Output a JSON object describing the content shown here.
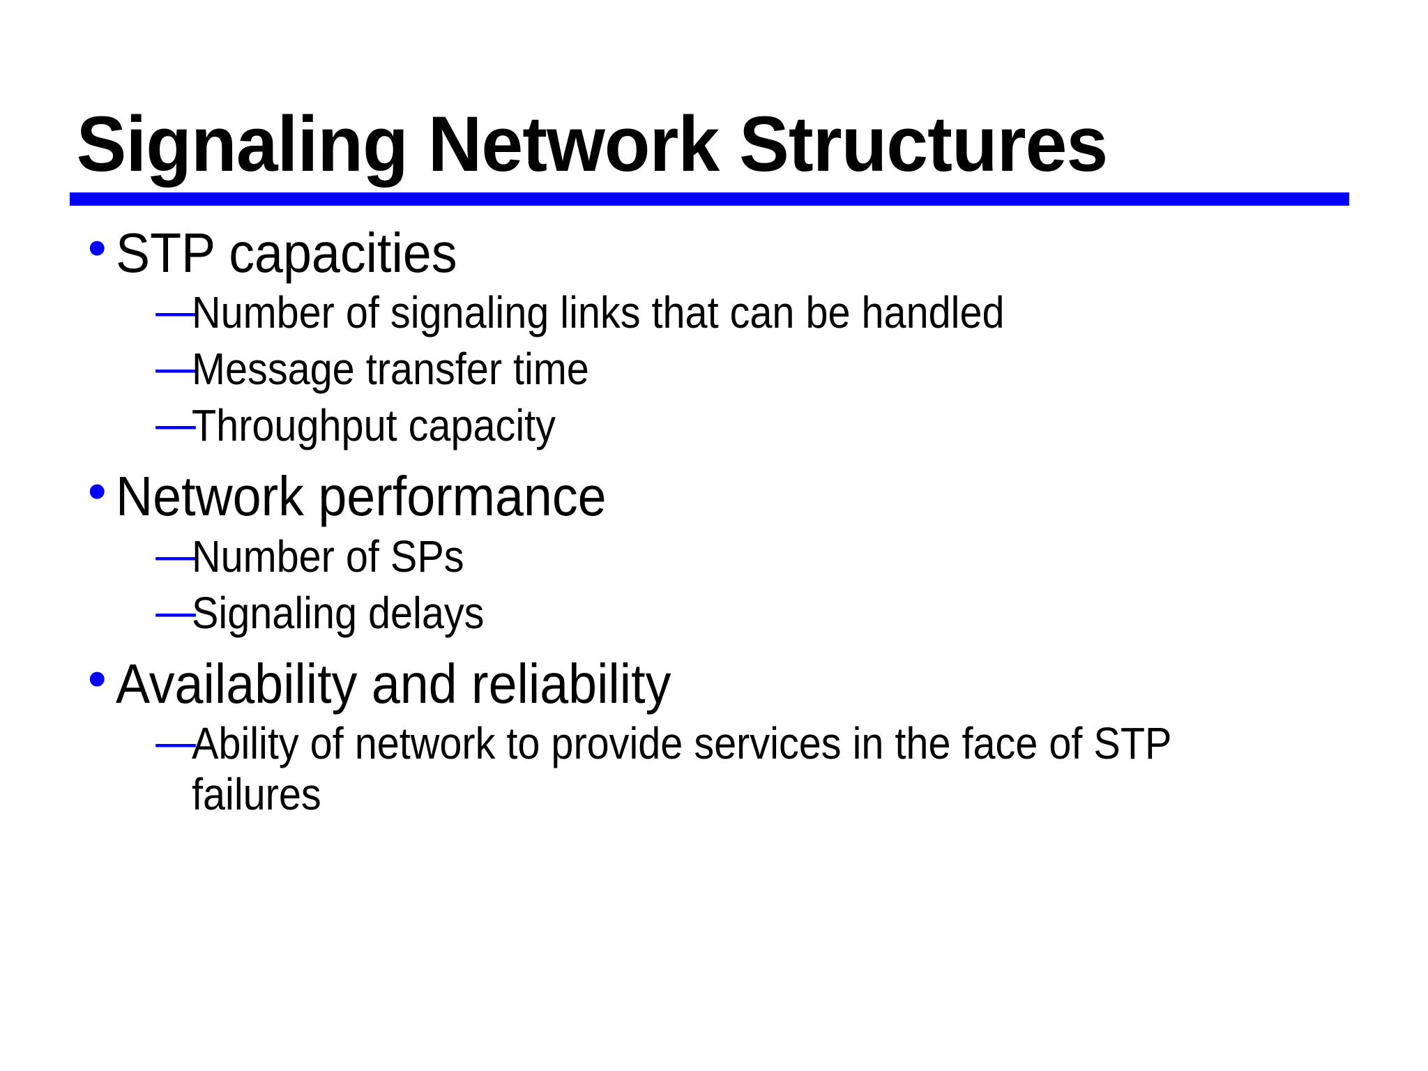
{
  "slide": {
    "title": "Signaling Network Structures",
    "accent_color": "#0000ff",
    "text_color": "#000000",
    "background_color": "#ffffff",
    "bullet_glyph": "•",
    "dash_glyph": "—",
    "outline": [
      {
        "level": 1,
        "text": "STP capacities"
      },
      {
        "level": 2,
        "text": "Number of signaling links that can be handled"
      },
      {
        "level": 2,
        "text": "Message transfer time"
      },
      {
        "level": 2,
        "text": "Throughput capacity"
      },
      {
        "level": 1,
        "text": "Network performance"
      },
      {
        "level": 2,
        "text": "Number of SPs"
      },
      {
        "level": 2,
        "text": "Signaling delays"
      },
      {
        "level": 1,
        "text": "Availability and reliability"
      },
      {
        "level": 2,
        "text": "Ability of network to provide services in the face of STP failures"
      }
    ]
  }
}
